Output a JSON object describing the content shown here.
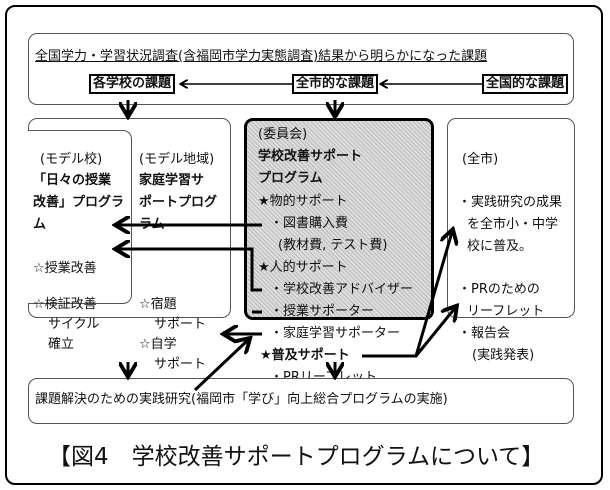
{
  "top": {
    "title": "全国学力・学習状況調査(含福岡市学力実態調査)結果から明らかになった課題",
    "labels": [
      "各学校の課題",
      "全市的な課題",
      "全国的な課題"
    ]
  },
  "model_school": {
    "heading": "(モデル校)",
    "lines": [
      "「日々の授業",
      "改善」プログラ",
      "ム"
    ],
    "items": [
      "☆授業改善",
      "☆検証改善",
      "サイクル",
      "確立"
    ]
  },
  "model_area": {
    "heading": "(モデル地域)",
    "lines": [
      "家庭学習サ",
      "ポートプログ",
      "ラム"
    ],
    "items": [
      "☆宿題",
      "サポート",
      "☆自学",
      "サポート"
    ]
  },
  "committee": {
    "heading": "(委員会)",
    "title": [
      "学校改善サポート",
      "プログラム"
    ],
    "lines": [
      "★物的サポート",
      "・図書購入費",
      "(教材費, テスト費)",
      "★人的サポート",
      "・学校改善アドバイザー",
      "・授業サポーター",
      "・家庭学習サポーター",
      "★普及サポート",
      "・PRリーフレット"
    ]
  },
  "city": {
    "heading": "(全市)",
    "lines": [
      "・実践研究の成果",
      "を全市小・中学",
      "校に普及。",
      "・PRのための",
      "リーフレット",
      "・報告会",
      "(実践発表)"
    ]
  },
  "bottom": "課題解決のための実践研究(福岡市「学び」向上総合プログラムの実施)",
  "caption": "【図4　学校改善サポートプログラムについて】"
}
